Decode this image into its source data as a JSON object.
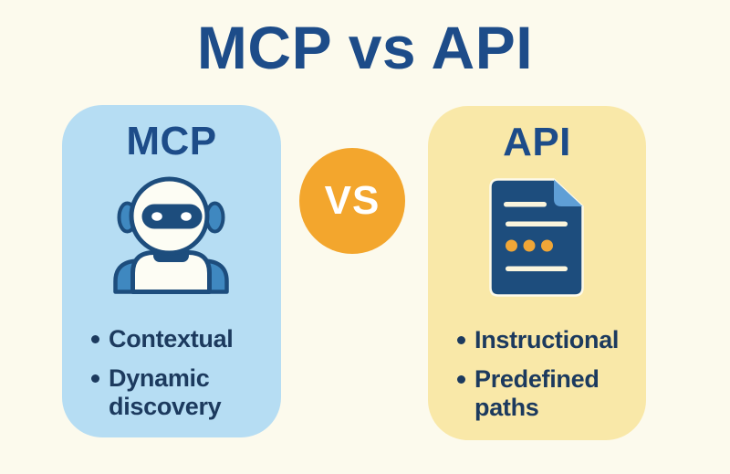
{
  "title": "MCP vs API",
  "vs_badge": "VS",
  "cards": [
    {
      "heading": "MCP",
      "icon": "robot-icon",
      "bullets": [
        "Contextual",
        "Dynamic discovery"
      ]
    },
    {
      "heading": "API",
      "icon": "document-icon",
      "bullets": [
        "Instructional",
        "Predefined paths"
      ]
    }
  ],
  "icons": {
    "mcp_card": "robot-icon",
    "api_card": "document-icon",
    "list_marker": "bullet-dot-icon"
  },
  "colors": {
    "background": "#fcfaed",
    "title_text": "#1d4c89",
    "bullet_text": "#1c3a5e",
    "card_mcp_bg": "#b6ddf3",
    "card_api_bg": "#f9e8a8",
    "vs_circle": "#f3a62d",
    "vs_text": "#ffffff",
    "icon_navy": "#1d4d7d",
    "icon_midblue": "#3f88c0",
    "icon_face_white": "#fdfdf4",
    "icon_fold_blue": "#5f9fd6",
    "icon_dot_orange": "#efa637",
    "icon_line_cream": "#faf5dd",
    "icon_halo_cream": "#fdfaea"
  }
}
